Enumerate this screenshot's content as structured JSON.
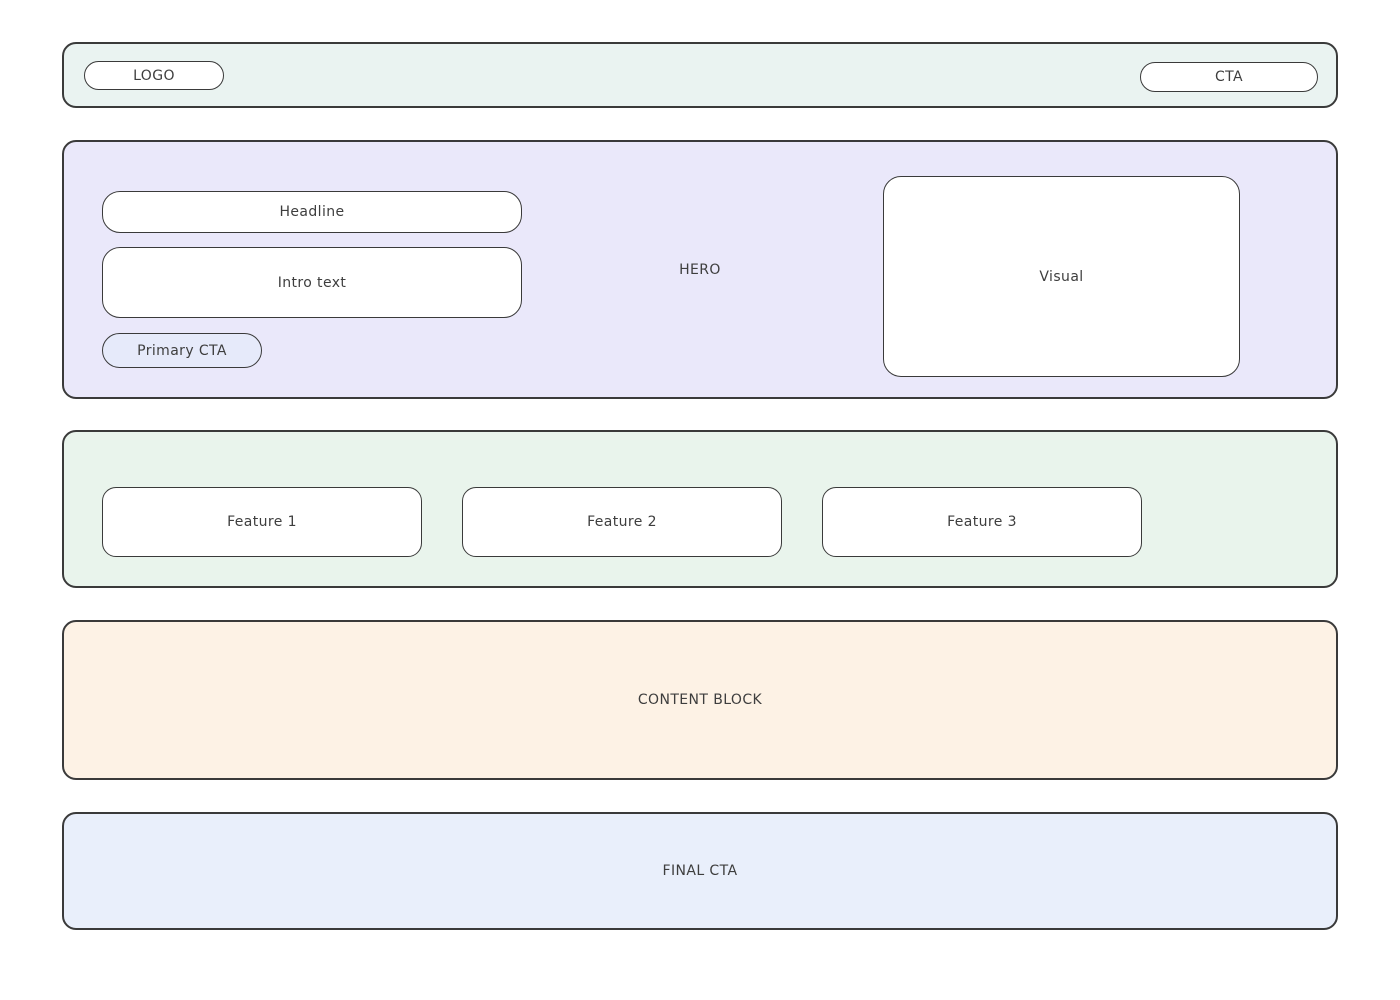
{
  "header": {
    "logo_label": "LOGO",
    "cta_label": "CTA",
    "background": "#eaf3f1"
  },
  "hero": {
    "label": "HERO",
    "headline_label": "Headline",
    "intro_label": "Intro text",
    "primary_cta_label": "Primary CTA",
    "visual_label": "Visual",
    "background": "#eae8fa",
    "primary_cta_background": "#e6eafa"
  },
  "features": {
    "background": "#e9f4ec",
    "items": [
      {
        "label": "Feature 1"
      },
      {
        "label": "Feature 2"
      },
      {
        "label": "Feature 3"
      }
    ]
  },
  "content_block": {
    "label": "CONTENT BLOCK",
    "background": "#fdf2e5"
  },
  "final_cta": {
    "label": "FINAL CTA",
    "background": "#e9effb"
  },
  "colors": {
    "page_background": "#ffffff",
    "border": "#3a3a3a",
    "text": "#3e3e3e",
    "box_background": "#ffffff"
  }
}
